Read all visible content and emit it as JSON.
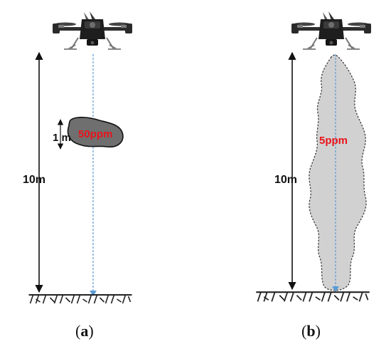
{
  "panel_a": {
    "height_label": "10m",
    "plume_thickness_label": "1 m",
    "concentration_label": "50ppm",
    "caption_open": "(",
    "caption_letter": "a",
    "caption_close": ")"
  },
  "panel_b": {
    "height_label": "10m",
    "concentration_label": "5ppm",
    "caption_open": "(",
    "caption_letter": "b",
    "caption_close": ")"
  },
  "colors": {
    "concentration_text": "#e8141b",
    "beam": "#5b9bd5",
    "plume_dense": "#6f6f6f",
    "plume_diffuse": "#d1d1d1",
    "drone_body": "#1e1e1e",
    "ground": "#222222"
  },
  "icons": {
    "drone": "quadcopter-drone-icon",
    "ground": "ground-hatch-symbol"
  }
}
